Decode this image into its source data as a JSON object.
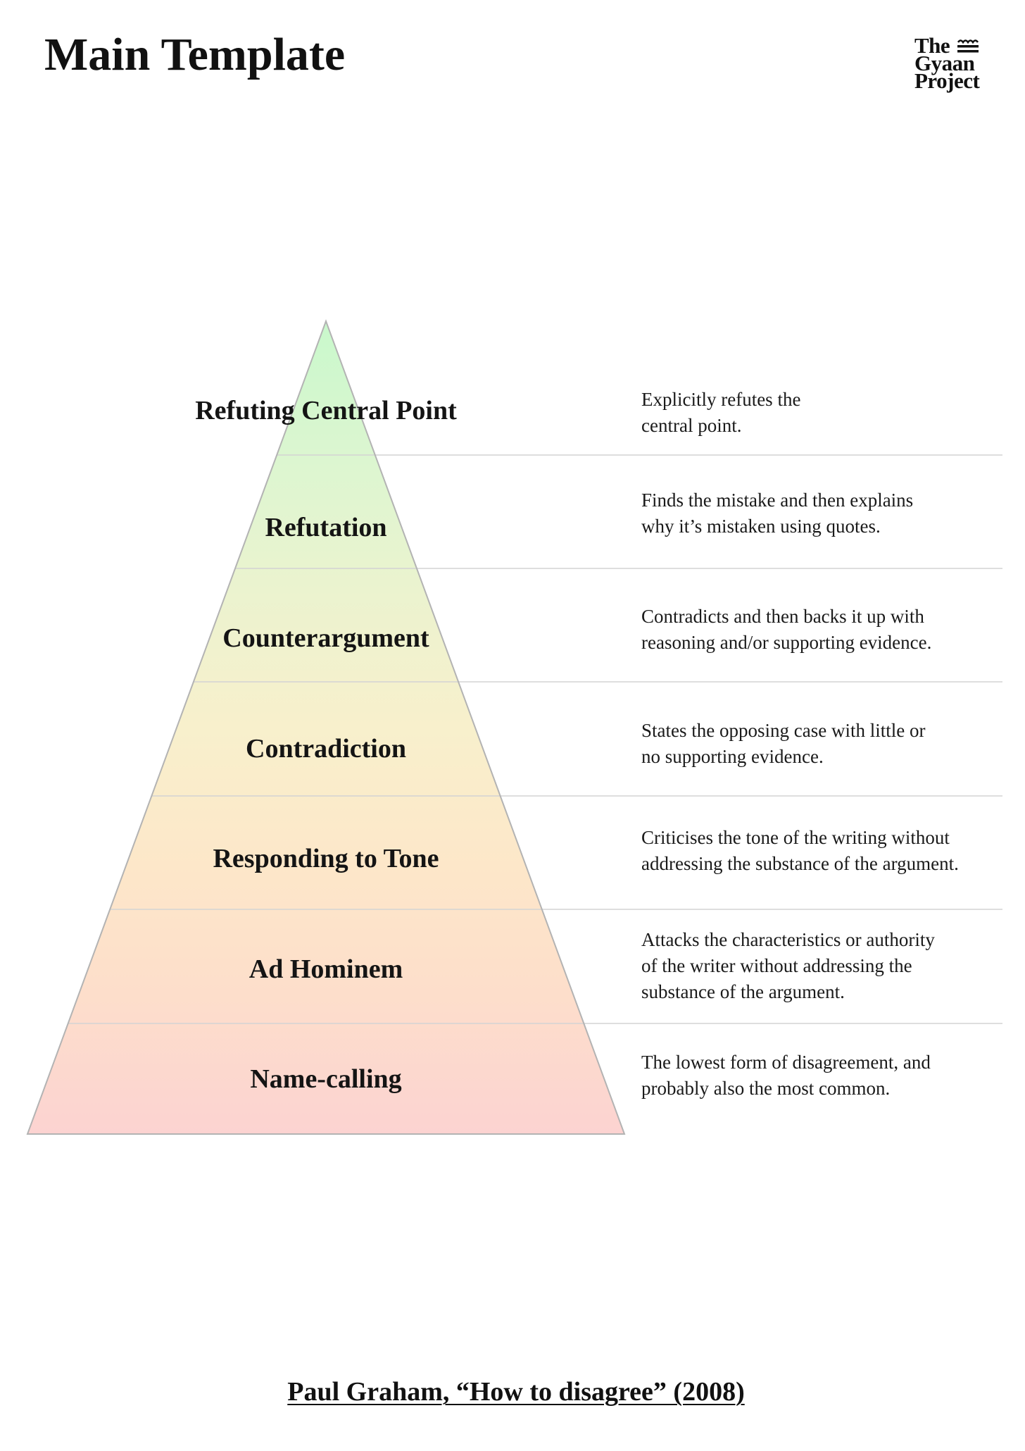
{
  "page": {
    "title": "Main Template"
  },
  "logo": {
    "lines": [
      "The",
      "Gyaan",
      "Project"
    ],
    "icon": "wave-lines-icon"
  },
  "pyramid": {
    "levels": [
      {
        "label": "Refuting Central Point",
        "description": [
          "Explicitly refutes the",
          "central point."
        ]
      },
      {
        "label": "Refutation",
        "description": [
          "Finds the mistake and then explains",
          "why it’s mistaken using quotes."
        ]
      },
      {
        "label": "Counterargument",
        "description": [
          "Contradicts and then backs it up with",
          "reasoning and/or supporting evidence."
        ]
      },
      {
        "label": "Contradiction",
        "description": [
          "States the opposing case with little or",
          "no supporting evidence."
        ]
      },
      {
        "label": "Responding to Tone",
        "description": [
          "Criticises the tone of the writing without",
          "addressing the substance of the argument."
        ]
      },
      {
        "label": "Ad Hominem",
        "description": [
          "Attacks the characteristics or authority",
          "of the writer without addressing the",
          "substance of the argument."
        ]
      },
      {
        "label": "Name-calling",
        "description": [
          "The lowest form of disagreement, and",
          "probably also the most common."
        ]
      }
    ]
  },
  "footer": {
    "citation": "Paul Graham, “How to disagree” (2008)"
  },
  "colors": {
    "pyramid_gradient": [
      "#c9f8cc",
      "#dcf6d0",
      "#ebf3cf",
      "#f8f0cc",
      "#fde7c9",
      "#fddecb",
      "#fcd3d1"
    ],
    "divider": "#d3d3d3",
    "outline": "#b3b3b3",
    "text": "#111111"
  }
}
